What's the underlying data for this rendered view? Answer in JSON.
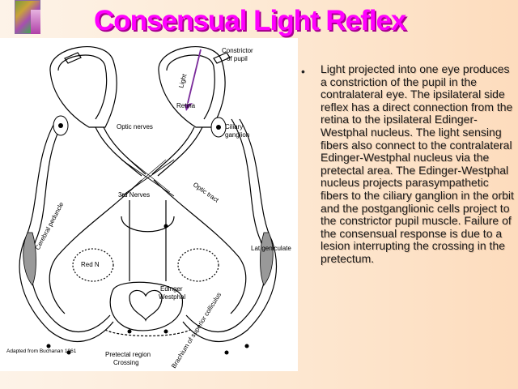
{
  "slide": {
    "title": "Consensual Light Reflex",
    "bullet_symbol": "•",
    "body": "Light projected into one eye produces a constriction of the pupil in the contralateral eye. The ipsilateral side reflex has a direct connection from the retina to the ipsilateral Edinger-Westphal nucleus.   The light sensing fibers also connect to the contralateral Edinger-Westphal nucleus via the pretectal area.  The Edinger-Westphal nucleus projects parasympathetic fibers to the ciliary ganglion in the orbit and the postganglionic cells project to the constrictor pupil muscle.  Failure of the consensual response is due to a lesion interrupting the crossing in the pretectum."
  },
  "diagram": {
    "labels": {
      "constrictor": "Constrictor",
      "of_pupil": "of pupil",
      "light": "Light",
      "retina": "Retina",
      "optic_nerves": "Optic nerves",
      "ciliary": "Ciliary",
      "ganglion": "ganglion",
      "optic_tract": "Optic tract",
      "third_nerves": "3rd Nerves",
      "cerebral_peduncle": "Cerebral peduncle",
      "lat_geniculate": "Lat geniculate",
      "red_n": "Red N",
      "edinger": "Edinger",
      "westphal": "Westphal",
      "brachium": "Brachium of superior colliculus",
      "adapted": "Adapted from Buchanan 1961",
      "pretectal_region": "Pretectal region",
      "crossing": "Crossing"
    },
    "colors": {
      "light_arrow": "#7a2a9a",
      "title": "#ff00ff"
    }
  }
}
